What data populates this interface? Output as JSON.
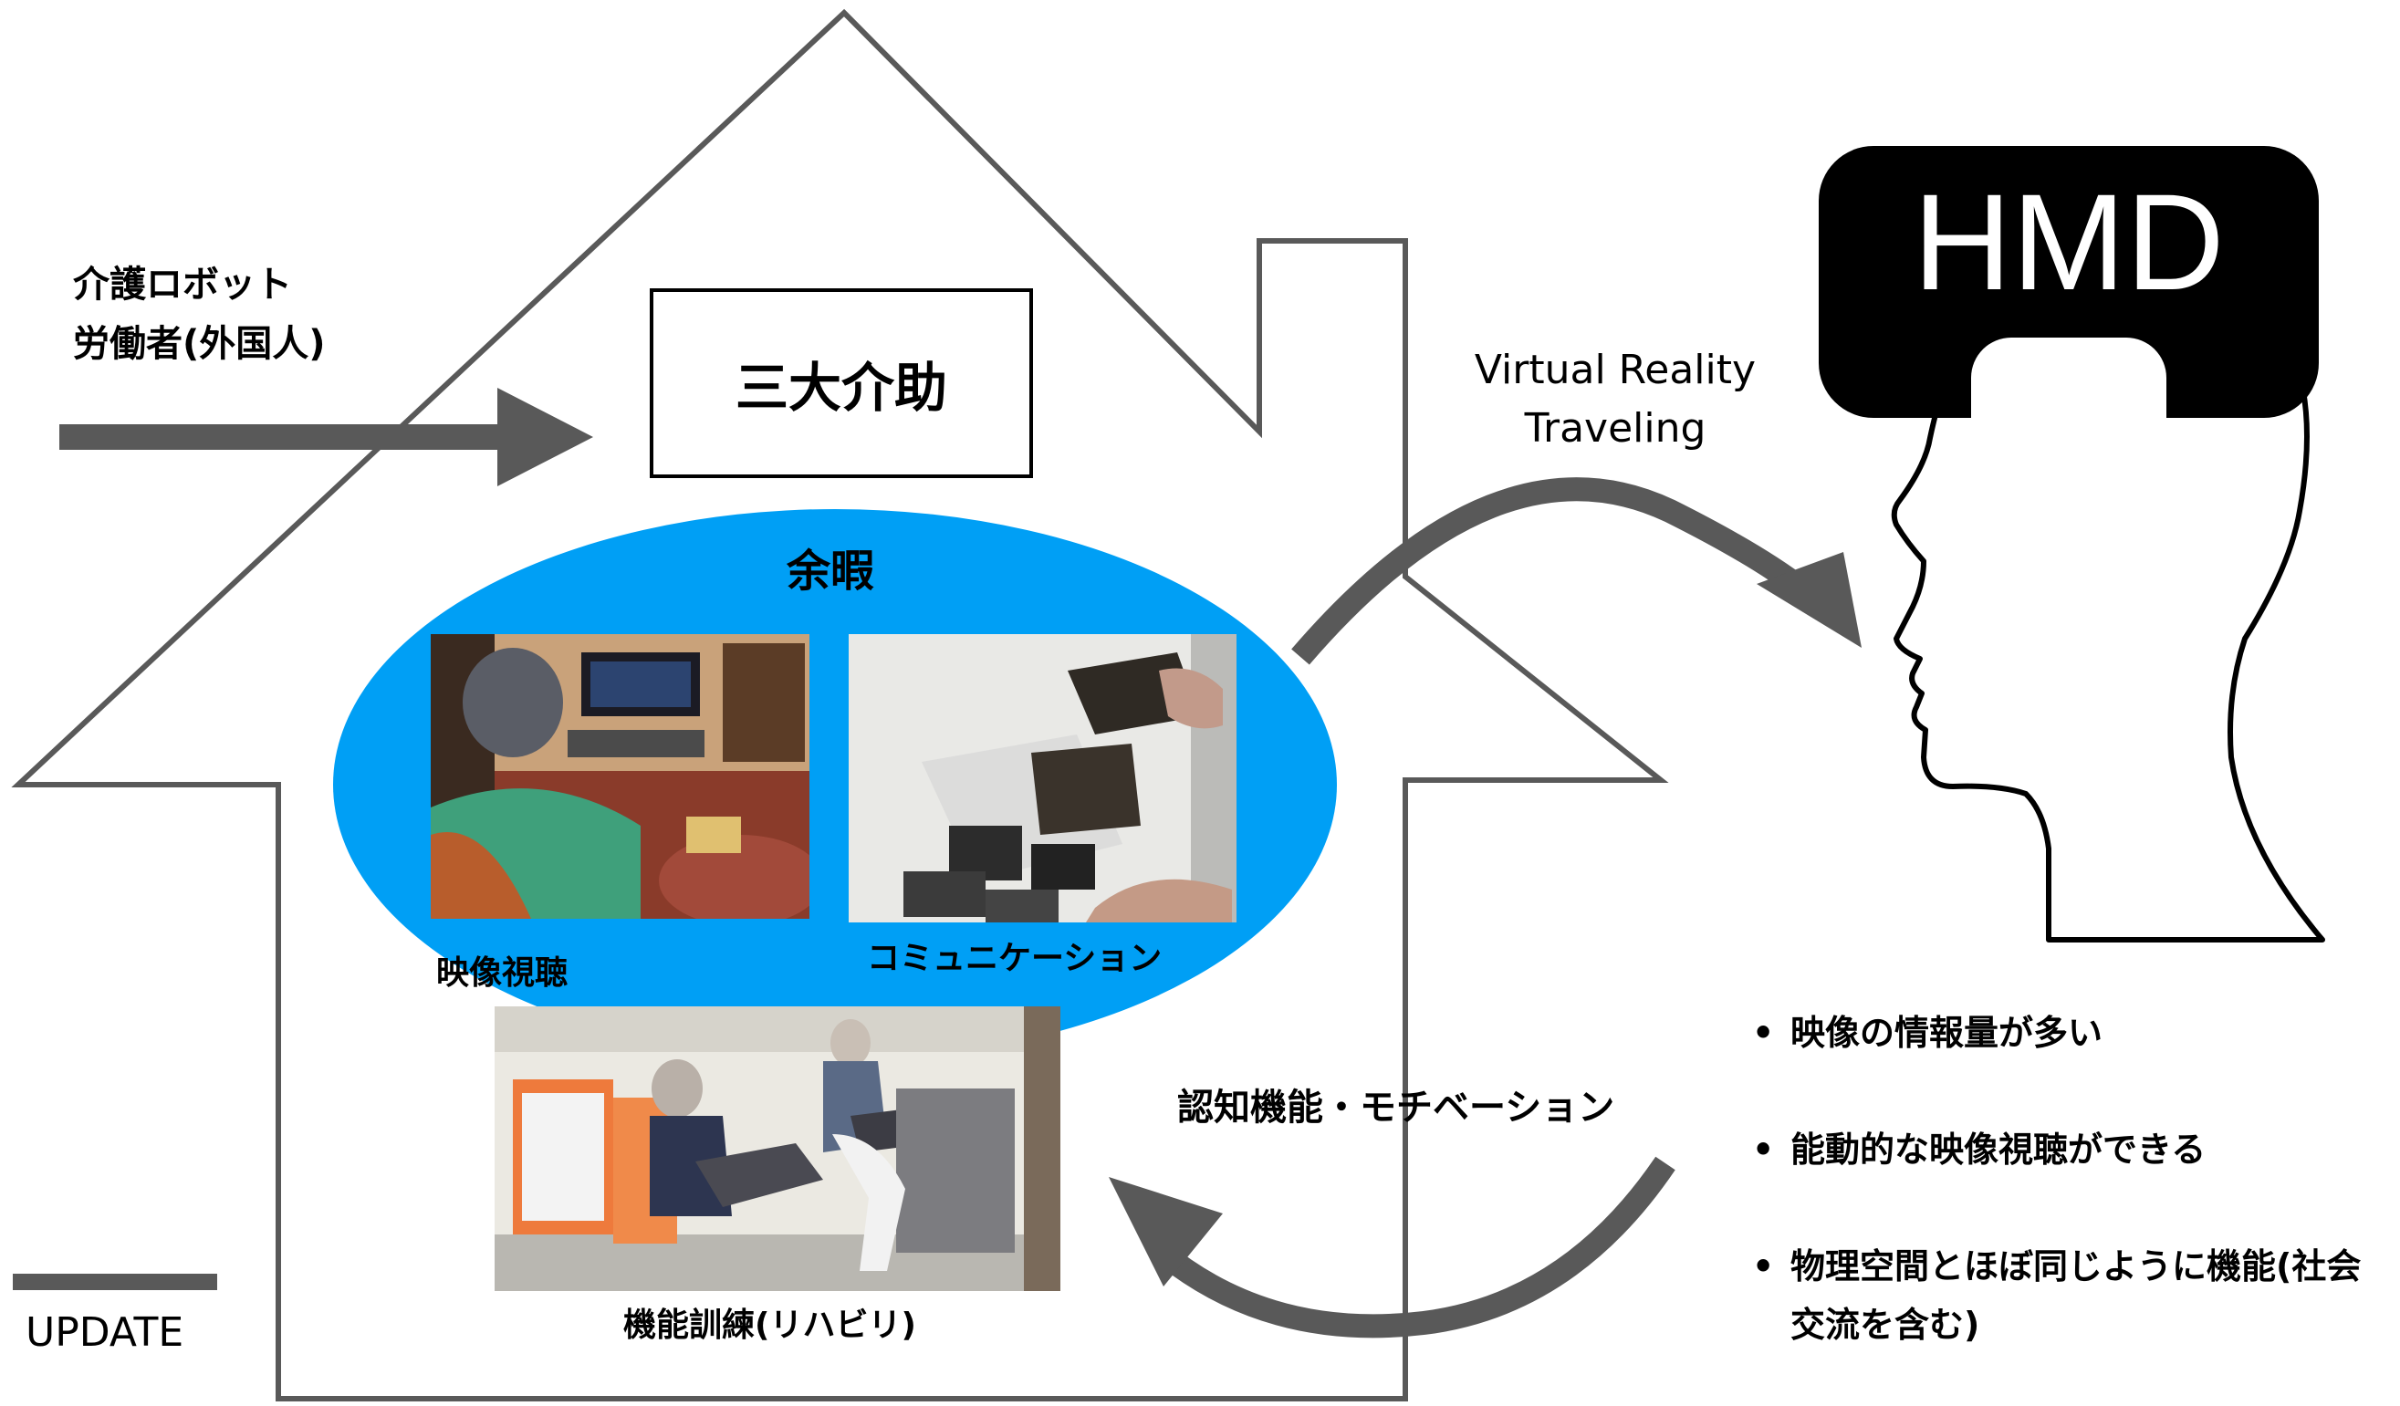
{
  "house": {
    "inflow_label_lines": [
      "介護ロボット",
      "労働者(外国人)"
    ],
    "core_label": "三大介助",
    "leisure_title": "余暇",
    "activities": [
      {
        "caption": "映像視聴",
        "scene": "tv-viewing-photo"
      },
      {
        "caption": "コミュニケーション",
        "scene": "old-photos-photo"
      },
      {
        "caption": "機能訓練(リハビリ)",
        "scene": "rehab-photo"
      }
    ]
  },
  "vr": {
    "label_lines": [
      "Virtual Reality",
      "Traveling"
    ],
    "device": "HMD"
  },
  "feedback": {
    "label": "認知機能・モチベーション"
  },
  "benefits": [
    {
      "lines": [
        "映像の情報量が多い"
      ]
    },
    {
      "lines": [
        "能動的な映像視聴ができる"
      ]
    },
    {
      "lines": [
        "物理空間とほぼ同じように機能(社会",
        "交流を含む)"
      ]
    }
  ],
  "legend": {
    "label": "UPDATE"
  },
  "colors": {
    "ellipse": "#009ff5",
    "arrow": "#595959",
    "outline": "#595959",
    "hmd": "#000000"
  }
}
